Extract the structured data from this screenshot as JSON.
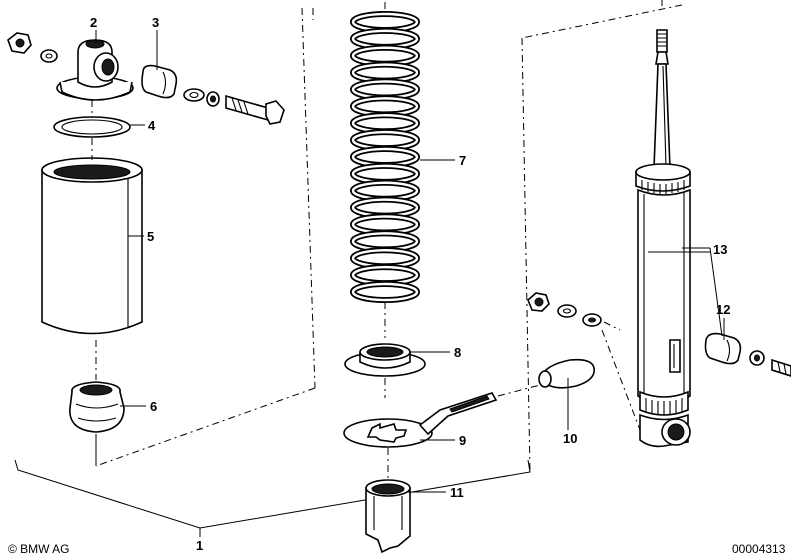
{
  "diagram": {
    "callouts": [
      {
        "id": "c1",
        "text": "1"
      },
      {
        "id": "c2",
        "text": "2"
      },
      {
        "id": "c3",
        "text": "3"
      },
      {
        "id": "c4",
        "text": "4"
      },
      {
        "id": "c5",
        "text": "5"
      },
      {
        "id": "c6",
        "text": "6"
      },
      {
        "id": "c7",
        "text": "7"
      },
      {
        "id": "c8",
        "text": "8"
      },
      {
        "id": "c9",
        "text": "9"
      },
      {
        "id": "c10",
        "text": "10"
      },
      {
        "id": "c11",
        "text": "11"
      },
      {
        "id": "c12",
        "text": "12"
      },
      {
        "id": "c13",
        "text": "13"
      }
    ],
    "copyright": "© BMW AG",
    "drawing_number": "00004313"
  }
}
